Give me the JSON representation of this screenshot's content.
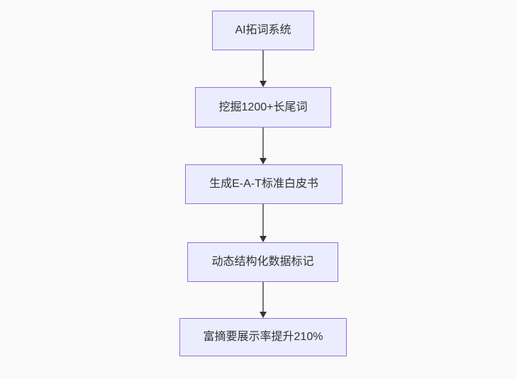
{
  "flowchart": {
    "type": "flowchart-top-down",
    "background_color": "#fafafa",
    "node_fill_color": "#ececff",
    "node_border_color": "#9370db",
    "node_text_color": "#333333",
    "edge_line_color": "#777777",
    "edge_arrowhead_color": "#333333",
    "nodes": [
      {
        "id": "A",
        "label": "AI拓词系统"
      },
      {
        "id": "B",
        "label": "挖掘1200+长尾词"
      },
      {
        "id": "C",
        "label": "生成E-A-T标准白皮书"
      },
      {
        "id": "D",
        "label": "动态结构化数据标记"
      },
      {
        "id": "E",
        "label": "富摘要展示率提升210%"
      }
    ],
    "edges": [
      {
        "from": "A",
        "to": "B"
      },
      {
        "from": "B",
        "to": "C"
      },
      {
        "from": "C",
        "to": "D"
      },
      {
        "from": "D",
        "to": "E"
      }
    ]
  }
}
